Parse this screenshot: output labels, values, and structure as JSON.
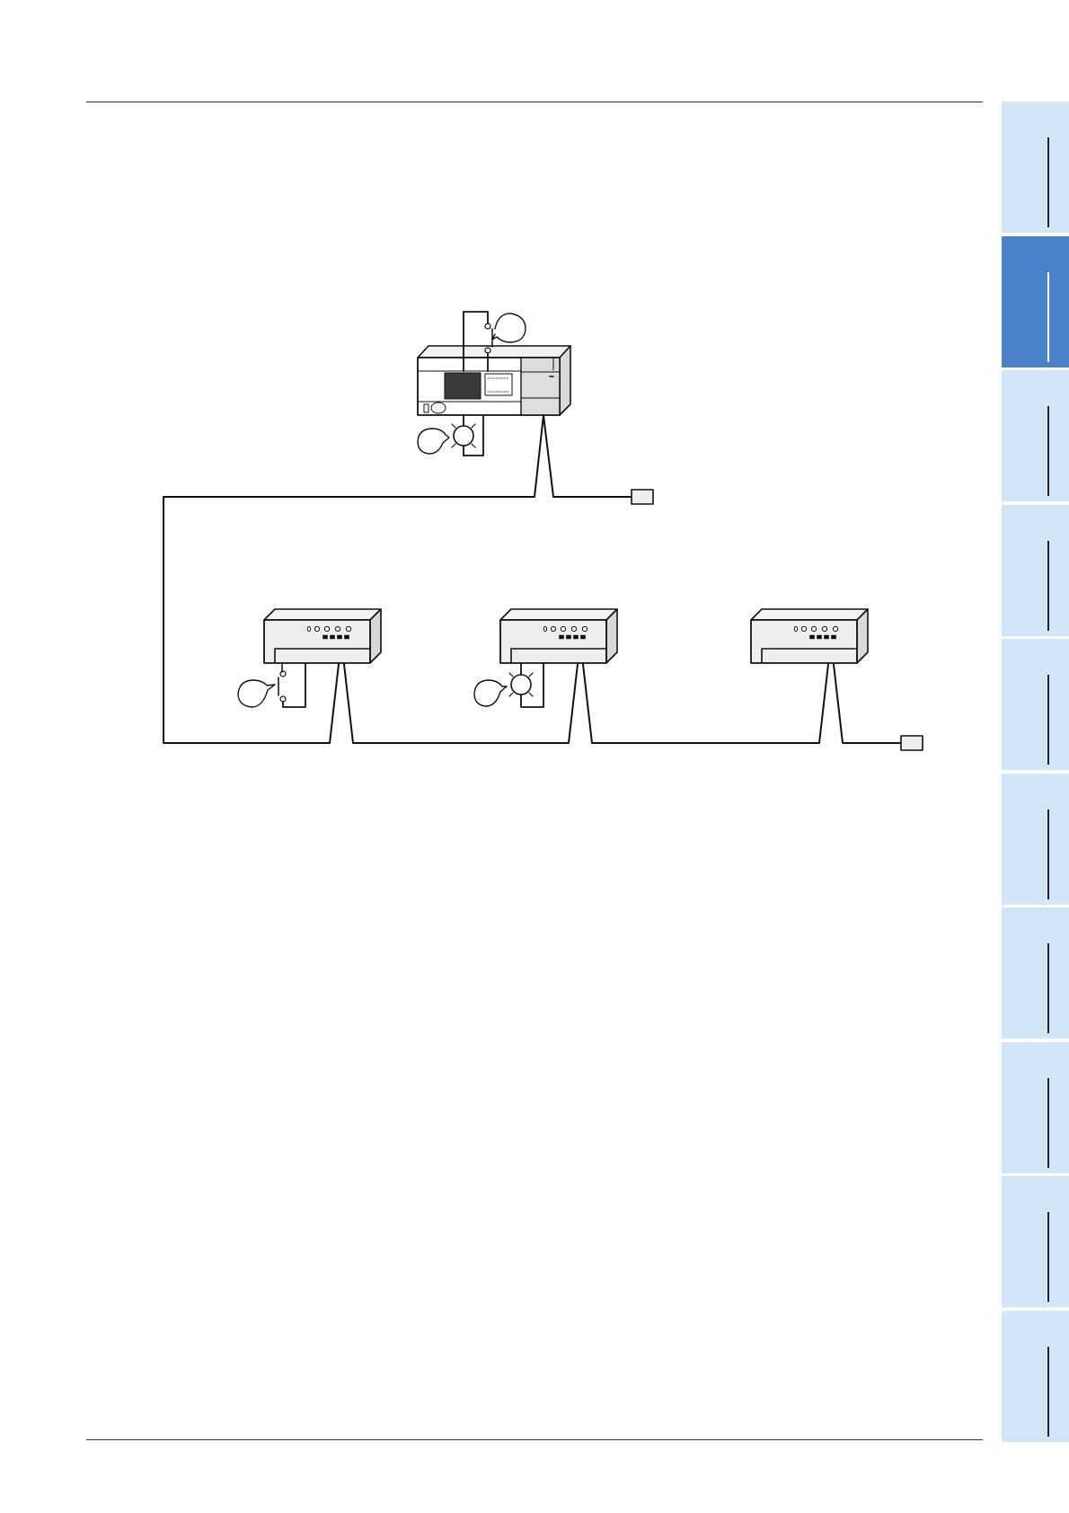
{
  "colors": {
    "rule": "#333333",
    "tab": "#d3e6f8",
    "tab_active": "#4a80c8",
    "device_fill": "#eeeeee",
    "device_panel": "#dddddd",
    "display": "#3a3a3a",
    "line": "#111111"
  },
  "side_tabs": {
    "count": 10,
    "active_index": 1
  },
  "diagram": {
    "master": {
      "name": "plc-master",
      "inputs": [
        "switch"
      ],
      "outputs": [
        "lamp"
      ]
    },
    "remote_units": [
      {
        "name": "remote-unit-1",
        "attached": "switch"
      },
      {
        "name": "remote-unit-2",
        "attached": "lamp"
      },
      {
        "name": "remote-unit-3",
        "attached": "none"
      }
    ],
    "terminators": 2,
    "icons": [
      "switch-icon",
      "lamp-icon",
      "terminator-icon"
    ]
  }
}
